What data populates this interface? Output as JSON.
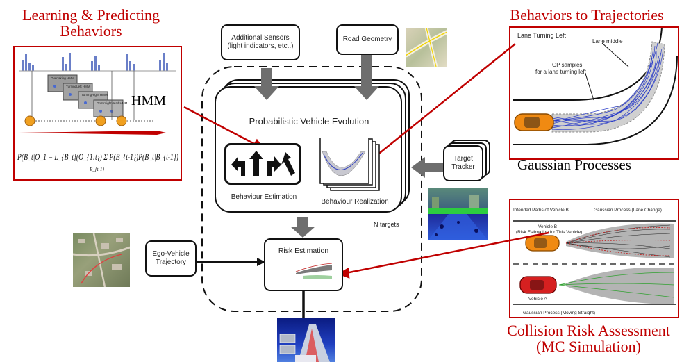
{
  "titles": {
    "learning_line1": "Learning & Predicting",
    "learning_line2": "Behaviors",
    "trajectories": "Behaviors to Trajectories",
    "collision_line1": "Collision Risk Assessment",
    "collision_line2": "(MC Simulation)"
  },
  "labels": {
    "hmm": "HMM",
    "gaussian_processes": "Gaussian Processes"
  },
  "boxes": {
    "additional_sensors_line1": "Additional Sensors",
    "additional_sensors_line2": "(light indicators, etc..)",
    "road_geometry": "Road Geometry",
    "pve": "Probabilistic Vehicle Evolution",
    "behaviour_estimation": "Behaviour Estimation",
    "behaviour_realization": "Behaviour Realization",
    "n_targets": "N targets",
    "target_tracker_line1": "Target",
    "target_tracker_line2": "Tracker",
    "ego_line1": "Ego-Vehicle",
    "ego_line2": "Trajectory",
    "risk_estimation": "Risk Estimation"
  },
  "hmm_panel": {
    "formula": "P(B_t|O_1 = L_{B_t}(O_{1:t}) Σ P(B_{t-1})P(B_t|B_{t-1})",
    "sum_sub": "B_{t-1}",
    "cells": [
      "Overtaking HMM",
      "TurningLeft HMM",
      "TurningRight HMM",
      "GoStraightHead HMM"
    ]
  },
  "gp_panel": {
    "lane_turning_left": "Lane Turning Left",
    "lane_middle": "Lane middle",
    "gp_samples_line1": "GP samples",
    "gp_samples_line2": "for a lane turning left"
  },
  "risk_panel": {
    "intended_paths": "Intended Paths of Vehicle B",
    "gp_lane_change": "Gaussian Process (Lane Change)",
    "vehicle_b_line1": "Vehicle B",
    "vehicle_b_line2": "(Risk Estimation for This Vehicle)",
    "vehicle_a": "Vehicle A",
    "gp_straight": "Gaussian Process  (Moving Straight)"
  },
  "colors": {
    "title_red": "#c00000",
    "arrow_gray": "#6e6e6e",
    "car_orange": "#f08a12",
    "car_red": "#d62020",
    "traj_blue": "#2a3cc8",
    "gp_gray": "#b4b4b4"
  }
}
